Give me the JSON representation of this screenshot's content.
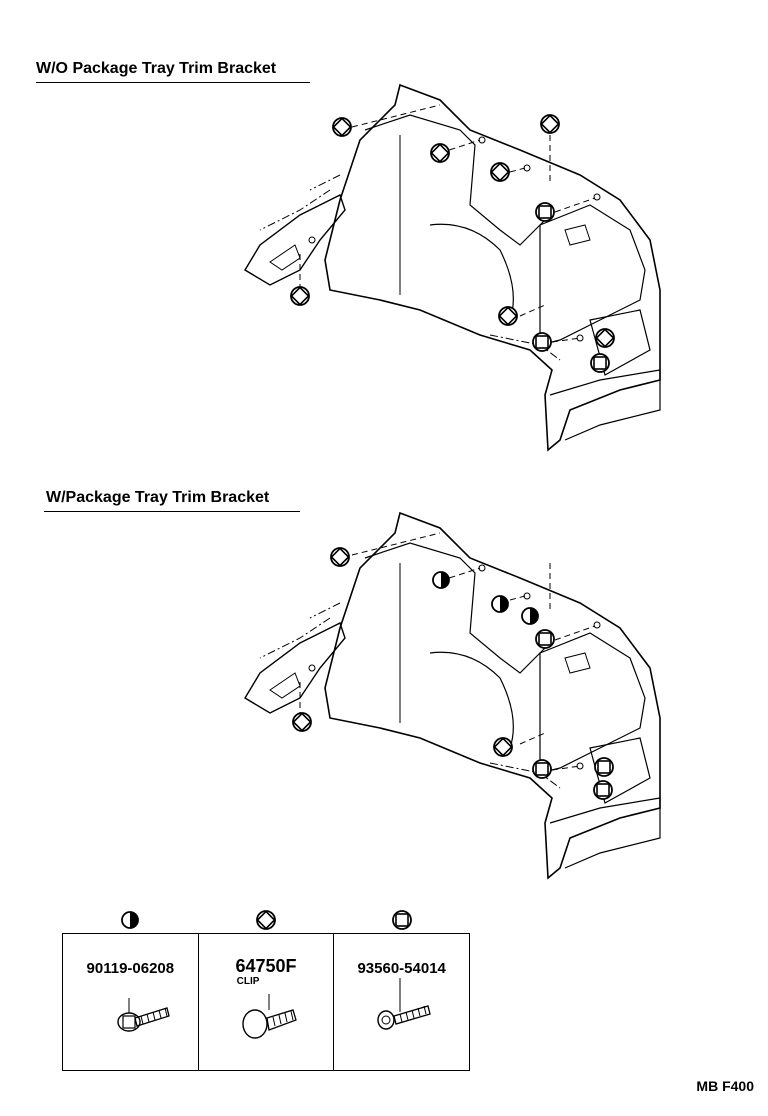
{
  "sections": [
    {
      "title": "W/O Package Tray Trim Bracket"
    },
    {
      "title": "W/Package Tray Trim Bracket"
    }
  ],
  "legend": [
    {
      "symbol": "half-circle",
      "part_number": "90119-06208",
      "note": ""
    },
    {
      "symbol": "diamond",
      "part_number": "64750F",
      "note": "CLIP"
    },
    {
      "symbol": "square",
      "part_number": "93560-54014",
      "note": ""
    }
  ],
  "page_code": "MB  F400"
}
